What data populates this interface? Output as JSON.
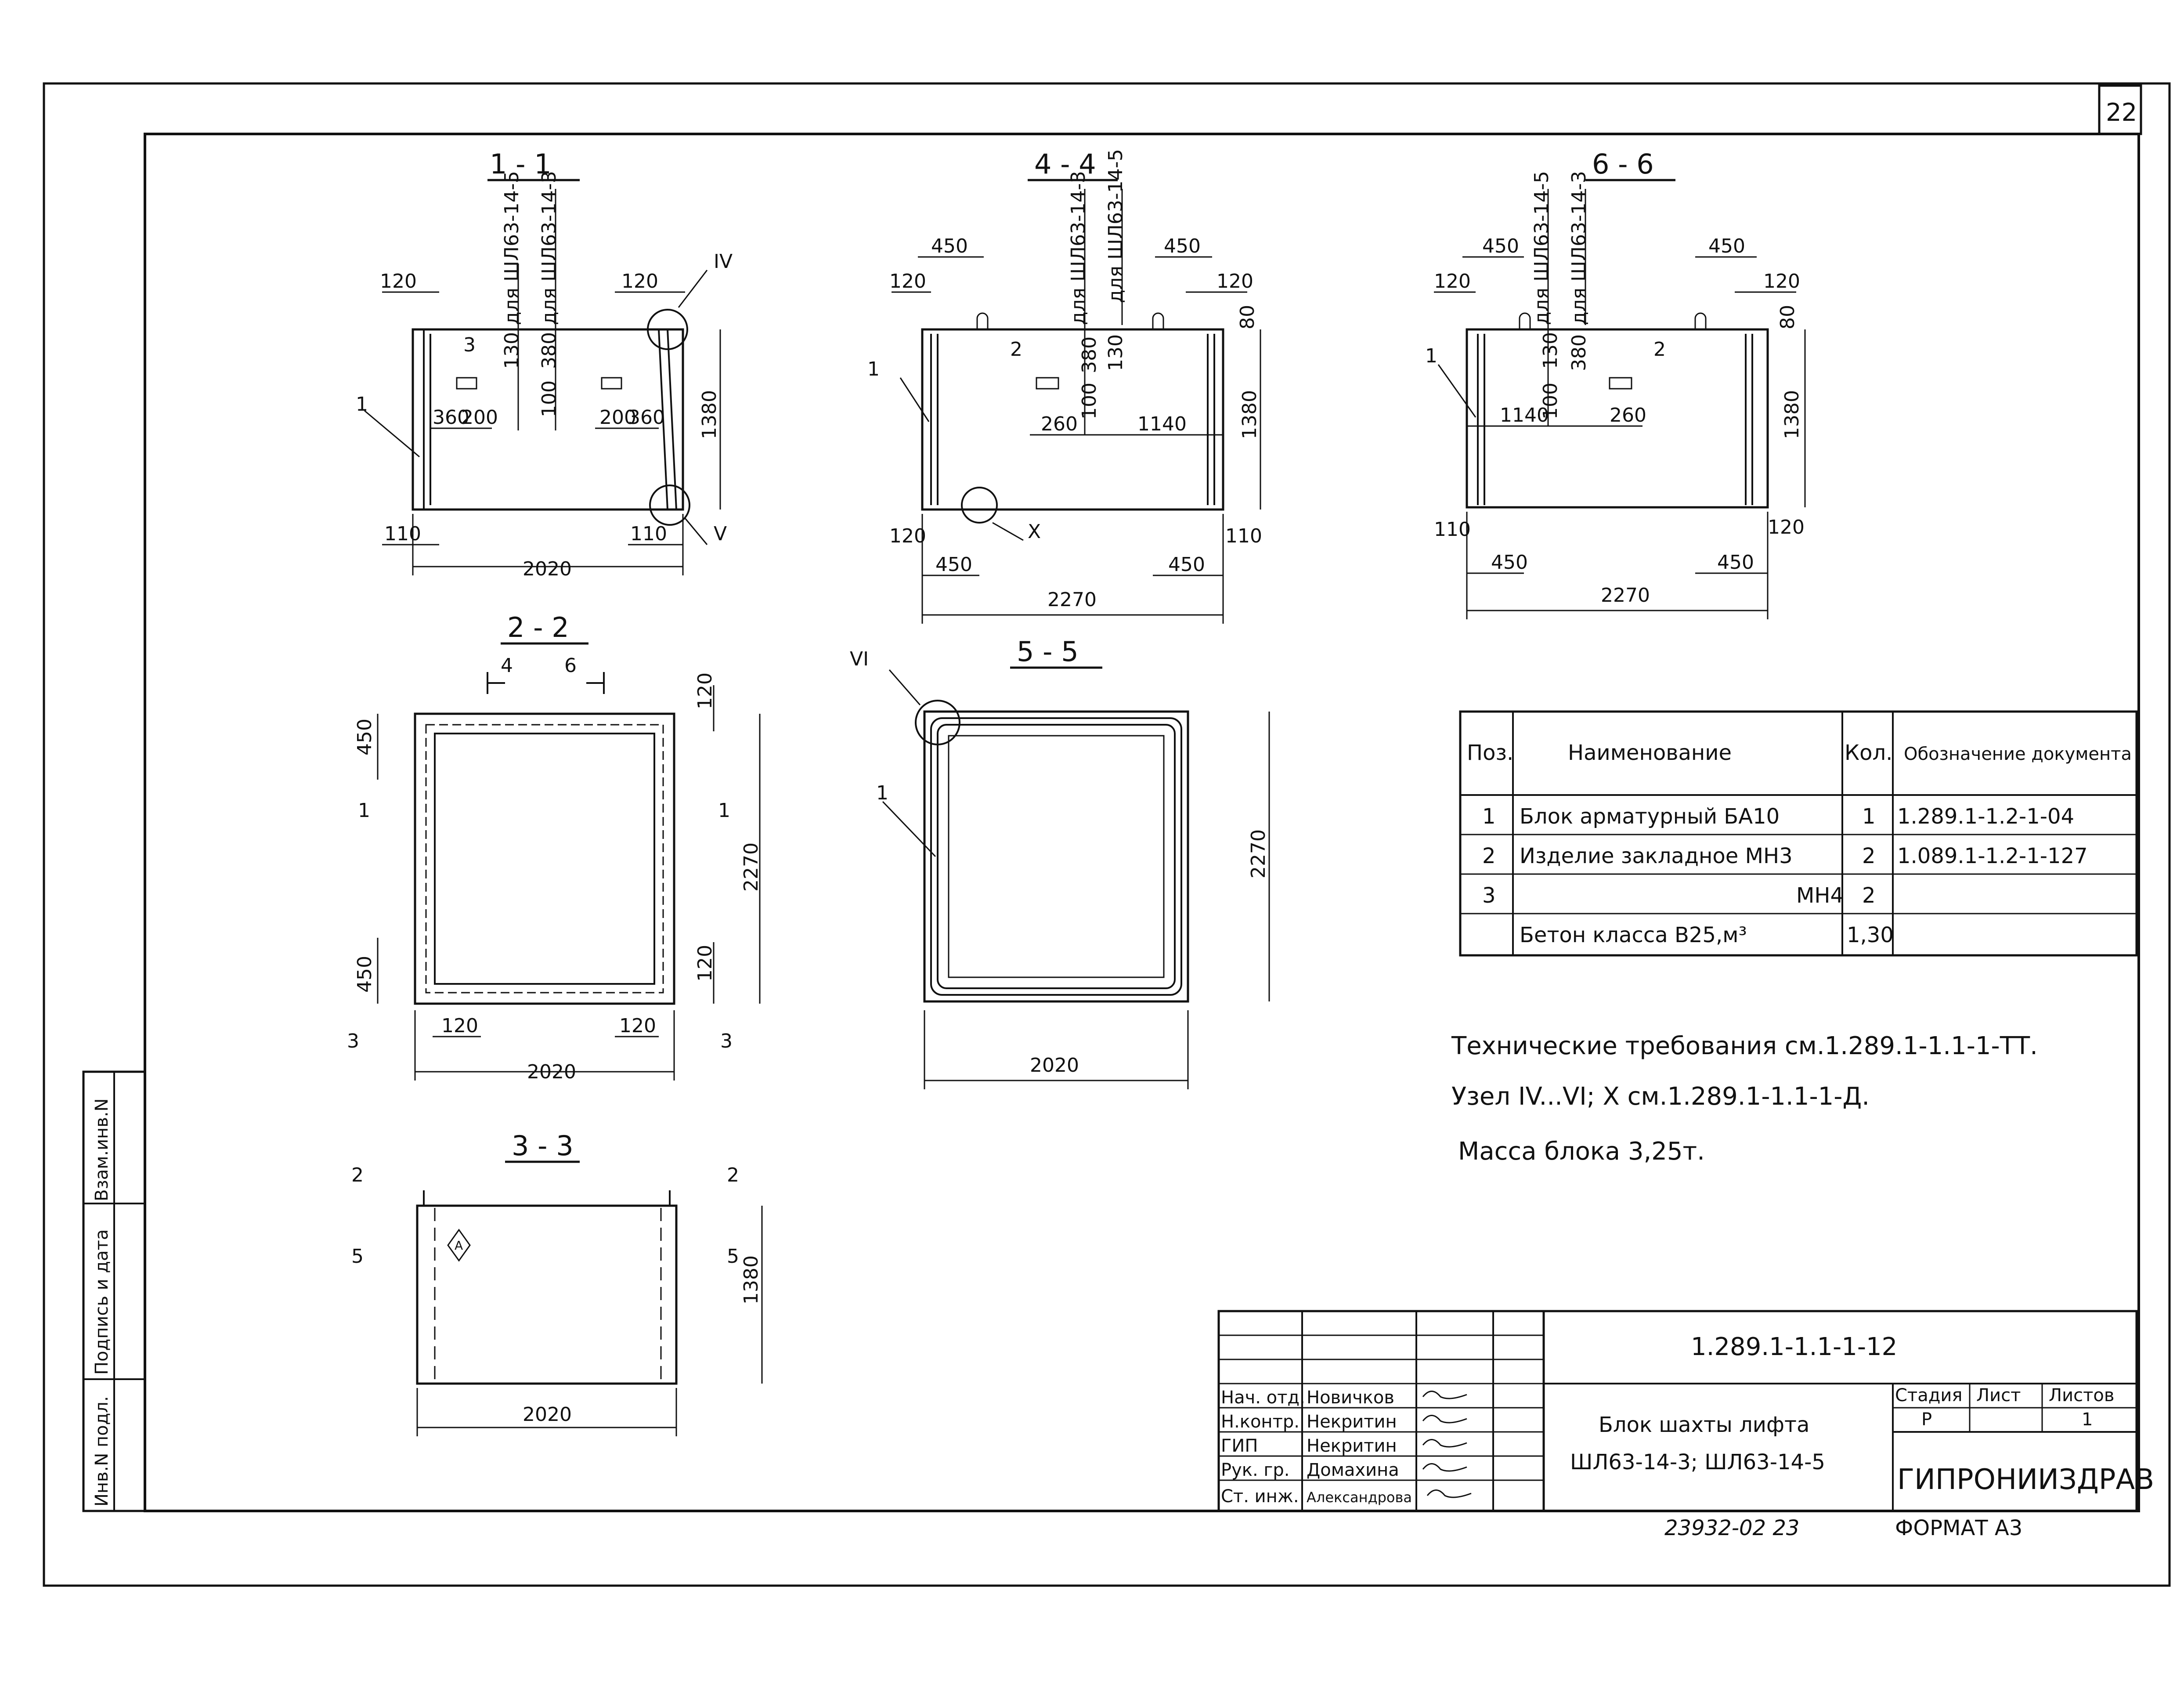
{
  "sheet": {
    "page_number": "22",
    "code": "1.289.1-1.1-1-12",
    "format": "ФОРМАТ А3",
    "archive_number": "23932-02  23"
  },
  "sections": {
    "s1": {
      "title": "1 - 1",
      "d_top_left": "120",
      "d_top_right": "120",
      "d_bot_left": "110",
      "d_bot_right": "110",
      "width": "2020",
      "height": "1380",
      "d130": "130",
      "d380": "380",
      "d100": "100",
      "d360a": "360",
      "d200a": "200",
      "d200b": "200",
      "d360b": "360",
      "note1": "для ШЛ63-14-5",
      "note2": "для ШЛ63-14-3",
      "pos1": "1",
      "pos3": "3",
      "node_top": "IV",
      "node_bot": "V"
    },
    "s4": {
      "title": "4 - 4",
      "d450a": "450",
      "d120a": "120",
      "d450b": "450",
      "d120b": "120",
      "d80": "80",
      "note1": "для ШЛ63-14-3",
      "note2": "для ШЛ63-14-5",
      "d380": "380",
      "d130": "130",
      "d100": "100",
      "d260": "260",
      "d1140": "1140",
      "height": "1380",
      "d120c": "120",
      "d110": "110",
      "d450c": "450",
      "d450d": "450",
      "width": "2270",
      "pos1": "1",
      "pos2": "2",
      "node": "X"
    },
    "s6": {
      "title": "6 - 6",
      "d450a": "450",
      "d120a": "120",
      "d450b": "450",
      "d120b": "120",
      "d80": "80",
      "note1": "для ШЛ63-14-5",
      "note2": "для ШЛ63-14-3",
      "d130": "130",
      "d380": "380",
      "d100": "100",
      "d1140": "1140",
      "d260": "260",
      "height": "1380",
      "d110": "110",
      "d120c": "120",
      "d450c": "450",
      "d450d": "450",
      "width": "2270",
      "pos1": "1",
      "pos2": "2"
    },
    "s2": {
      "title": "2 - 2",
      "cut4": "4",
      "cut6": "6",
      "d450a": "450",
      "d450b": "450",
      "d120a": "120",
      "d120b": "120",
      "height": "2270",
      "width": "2020",
      "d120c": "120",
      "d120d": "120",
      "mark1": "1",
      "mark3": "3"
    },
    "s5": {
      "title": "5 - 5",
      "node": "VI",
      "pos1": "1",
      "height": "2270",
      "width": "2020"
    },
    "s3": {
      "title": "3 - 3",
      "mark2": "2",
      "mark5": "5",
      "width": "2020",
      "height": "1380",
      "sign": "А"
    }
  },
  "spec_table": {
    "headers": {
      "pos": "Поз.",
      "name": "Наименование",
      "qty": "Кол.",
      "doc": "Обозначение документа"
    },
    "rows": [
      {
        "pos": "1",
        "name": "Блок арматурный БА10",
        "qty": "1",
        "doc": "1.289.1-1.2-1-04"
      },
      {
        "pos": "2",
        "name": "Изделие закладное МН3",
        "qty": "2",
        "doc": "1.089.1-1.2-1-127"
      },
      {
        "pos": "3",
        "name": "МН4",
        "qty": "2",
        "doc": ""
      },
      {
        "pos": "",
        "name": "Бетон класса В25,м³",
        "qty": "1,30",
        "doc": ""
      }
    ]
  },
  "notes": [
    "Технические требования см.1.289.1-1.1-1-ТТ.",
    "Узел IV...VI; X см.1.289.1-1.1-1-Д.",
    "Масса блока 3,25т."
  ],
  "title_block": {
    "roles": [
      {
        "role": "Нач. отд.",
        "name": "Новичков"
      },
      {
        "role": "Н.контр.",
        "name": "Некритин"
      },
      {
        "role": "ГИП",
        "name": "Некритин"
      },
      {
        "role": "Рук. гр.",
        "name": "Домахина"
      },
      {
        "role": "Ст. инж.",
        "name": "Александрова"
      }
    ],
    "product_title": "Блок шахты лифта",
    "product_sub": "ШЛ63-14-3; ШЛ63-14-5",
    "stage_label": "Стадия",
    "sheet_label": "Лист",
    "sheets_label": "Листов",
    "stage": "Р",
    "sheet": "",
    "sheets": "1",
    "org": "ГИПРОНИИЗДРАВ"
  },
  "side_stamp": [
    "Инв.N подл.",
    "Подпись и дата",
    "Взам.инв.N"
  ]
}
